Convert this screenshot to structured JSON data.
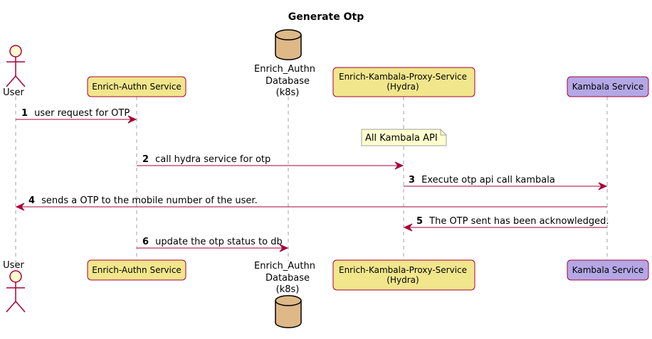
{
  "title": "Generate Otp",
  "colors": {
    "participant_fill": "#f1e68c",
    "kambala_fill": "#b4a7e5",
    "database_fill": "#deb887",
    "actor_fill": "#fefece",
    "arrow": "#a80036",
    "note_fill": "#fefece"
  },
  "participants": [
    {
      "id": "user",
      "kind": "actor",
      "label": "User"
    },
    {
      "id": "authn",
      "kind": "box",
      "label": "Enrich-Authn Service"
    },
    {
      "id": "db",
      "kind": "database",
      "lines": [
        "Enrich_Authn",
        "Database",
        "(k8s)"
      ]
    },
    {
      "id": "hydra",
      "kind": "box",
      "lines": [
        "Enrich-Kambala-Proxy-Service",
        "(Hydra)"
      ]
    },
    {
      "id": "kambala",
      "kind": "box",
      "label": "Kambala Service"
    }
  ],
  "note": {
    "text": "All Kambala API"
  },
  "messages": [
    {
      "num": "1",
      "text": "user request for OTP",
      "from": "user",
      "to": "authn"
    },
    {
      "num": "2",
      "text": "call hydra service for otp",
      "from": "authn",
      "to": "hydra"
    },
    {
      "num": "3",
      "text": "Execute otp api call kambala",
      "from": "hydra",
      "to": "kambala"
    },
    {
      "num": "4",
      "text": "sends a OTP to the mobile number of the user.",
      "from": "kambala",
      "to": "user"
    },
    {
      "num": "5",
      "text": "The OTP sent has been acknowledged.",
      "from": "kambala",
      "to": "hydra"
    },
    {
      "num": "6",
      "text": "update the otp status to db",
      "from": "authn",
      "to": "db"
    }
  ]
}
